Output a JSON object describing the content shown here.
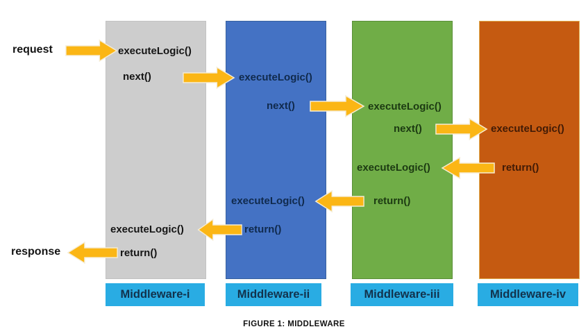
{
  "page": {
    "caption": "FIGURE 1: MIDDLEWARE",
    "background": "#ffffff"
  },
  "flow_labels": {
    "request": "request",
    "response": "response"
  },
  "colors": {
    "arrow_fill": "#fbb615",
    "arrow_outline": "#f5ecd4",
    "tag_background": "#29ace3",
    "tag_text": "#12324c",
    "column_gray": "#cdcdcd",
    "column_blue": "#4472c4",
    "column_green": "#70ad47",
    "column_orange": "#c55a11"
  },
  "columns": [
    {
      "name": "Middleware-i",
      "color": "#cdcdcd",
      "calls": {
        "execute_top": "executeLogic()",
        "next": "next()",
        "execute_bottom": "executeLogic()",
        "return": "return()"
      }
    },
    {
      "name": "Middleware-ii",
      "color": "#4472c4",
      "calls": {
        "execute_top": "executeLogic()",
        "next": "next()",
        "execute_bottom": "executeLogic()",
        "return": "return()"
      }
    },
    {
      "name": "Middleware-iii",
      "color": "#70ad47",
      "calls": {
        "execute_top": "executeLogic()",
        "next": "next()",
        "execute_bottom": "executeLogic()",
        "return": "return()"
      }
    },
    {
      "name": "Middleware-iv",
      "color": "#c55a11",
      "calls": {
        "execute_top": "executeLogic()",
        "return": "return()"
      }
    }
  ]
}
